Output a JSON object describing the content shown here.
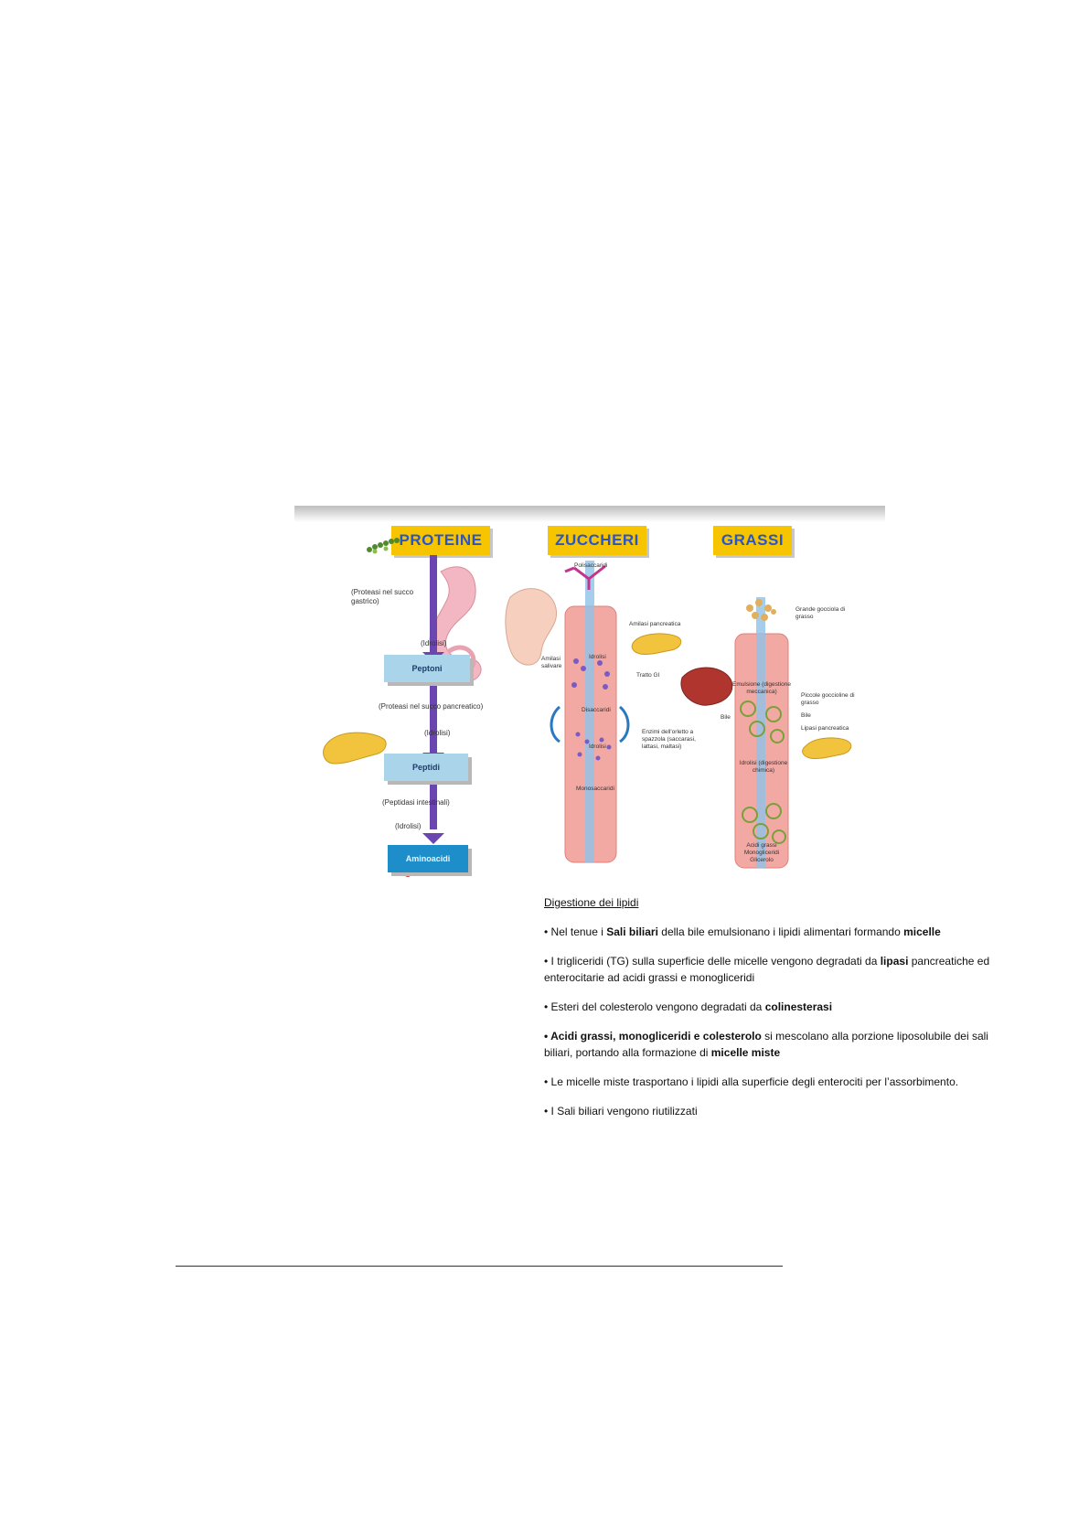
{
  "figure": {
    "headers": {
      "proteine": "PROTEINE",
      "zuccheri": "ZUCCHERI",
      "grassi": "GRASSI"
    },
    "proteine": {
      "proteasi_gastrico": "(Proteasi nel succo gastrico)",
      "idrolisi_1": "(Idrolisi)",
      "peptoni": "Peptoni",
      "proteasi_pancreatico": "(Proteasi nel succo pancreatico)",
      "idrolisi_2": "(Idrolisi)",
      "peptidi": "Peptidi",
      "peptidasi": "(Peptidasi intestinali)",
      "idrolisi_3": "(Idrolisi)",
      "aminoacidi": "Aminoacidi"
    },
    "zuccheri": {
      "polisaccaridi": "Polisaccaridi",
      "amilasi_pancreatica": "Amilasi pancreatica",
      "amilasi_salivare": "Amilasi salivare",
      "idrolisi_1": "Idrolisi",
      "tratto_gi": "Tratto GI",
      "disaccaridi": "Disaccaridi",
      "enzimi_orletto": "Enzimi dell'orletto a spazzola (saccarasi, lattasi, maltasi)",
      "idrolisi_2": "Idrolisi",
      "monosaccaridi": "Monosaccaridi"
    },
    "grassi": {
      "grande_goccia": "Grande gocciola di grasso",
      "emulsione": "Emulsione (digestione meccanica)",
      "bile_1": "Bile",
      "piccole_gocce": "Piccole goccioline di grasso",
      "bile_2": "Bile",
      "lipasi_pancreatica": "Lipasi pancreatica",
      "idrolisi": "Idrolisi (digestione chimica)",
      "prodotti": "Acidi grassi Monogliceridi Glicerolo"
    }
  },
  "document": {
    "heading": "Digestione dei lipidi",
    "bullets": [
      {
        "pre": "• Nel tenue i ",
        "b1": "Sali biliari",
        "mid": " della bile emulsionano i lipidi alimentari formando ",
        "b2": "micelle",
        "post": ""
      },
      {
        "pre": "• I trigliceridi (TG) sulla superficie delle micelle vengono degradati da ",
        "b1": "lipasi",
        "mid": " pancreatiche ed enterocitarie ad acidi grassi e monogliceridi",
        "b2": "",
        "post": ""
      },
      {
        "pre": "• Esteri del colesterolo vengono degradati da ",
        "b1": "colinesterasi",
        "mid": "",
        "b2": "",
        "post": ""
      },
      {
        "pre": "",
        "b1": "• Acidi grassi, monogliceridi e colesterolo",
        "mid": " si mescolano alla porzione liposolubile dei sali biliari, portando alla formazione di ",
        "b2": "micelle miste",
        "post": ""
      },
      {
        "pre": "• Le micelle miste trasportano i lipidi alla superficie degli enterociti per l’assorbimento.",
        "b1": "",
        "mid": "",
        "b2": "",
        "post": ""
      },
      {
        "pre": "• I Sali biliari vengono riutilizzati",
        "b1": "",
        "mid": "",
        "b2": "",
        "post": ""
      }
    ]
  }
}
